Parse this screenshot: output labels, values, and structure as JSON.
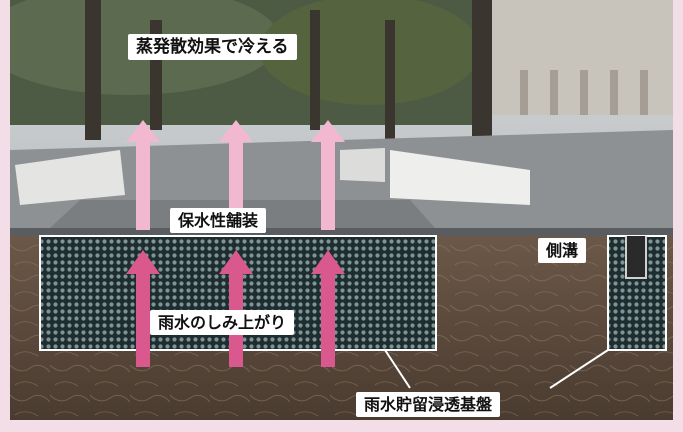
{
  "labels": {
    "evaporation": "蒸発散効果で冷える",
    "paving": "保水性舗装",
    "capillary": "雨水のしみ上がり",
    "gutter": "側溝",
    "storage": "雨水貯留浸透基盤"
  },
  "colors": {
    "frame": "#f3dde6",
    "arrow_light": "#f2b8d0",
    "arrow_dark": "#d9588d",
    "outline": "#ffffff",
    "soil": "#5b4a3c",
    "grid_fill": "#26373a"
  }
}
